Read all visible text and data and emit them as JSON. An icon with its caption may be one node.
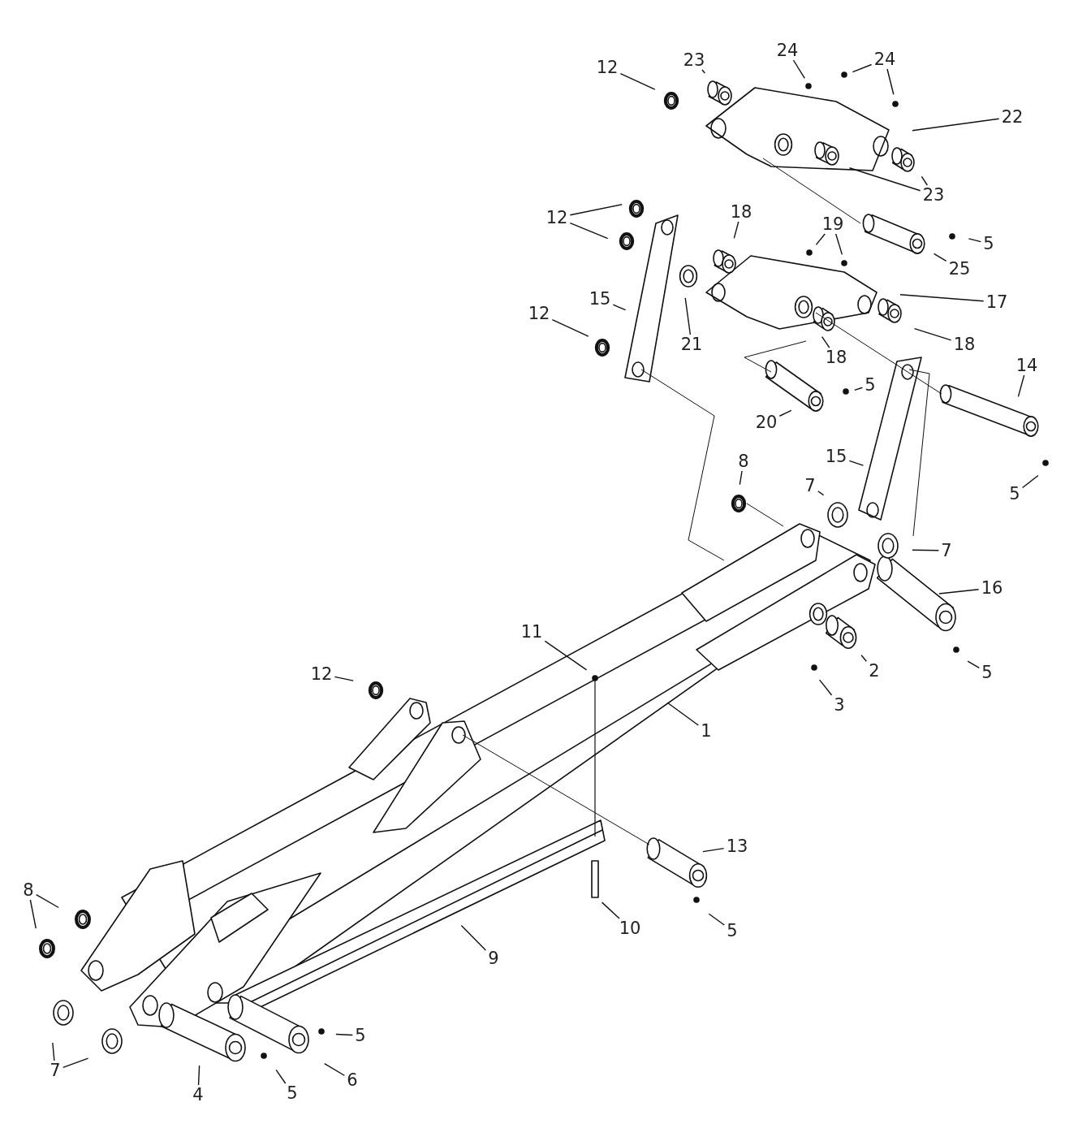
{
  "diagram": {
    "nodes": [
      {
        "text": [
          "12"
        ]
      },
      {
        "text": [
          "23"
        ]
      },
      {
        "text": [
          "24"
        ]
      },
      {
        "text": [
          "24"
        ]
      },
      {
        "text": [
          "22"
        ]
      },
      {
        "text": [
          "23"
        ]
      },
      {
        "text": [
          "12"
        ]
      },
      {
        "text": [
          "18"
        ]
      },
      {
        "text": [
          "19"
        ]
      },
      {
        "text": [
          "5"
        ]
      },
      {
        "text": [
          "25"
        ]
      },
      {
        "text": [
          "17"
        ]
      },
      {
        "text": [
          "15"
        ]
      },
      {
        "text": [
          "21"
        ]
      },
      {
        "text": [
          "12"
        ]
      },
      {
        "text": [
          "18"
        ]
      },
      {
        "text": [
          "18"
        ]
      },
      {
        "text": [
          "14"
        ]
      },
      {
        "text": [
          "5"
        ]
      },
      {
        "text": [
          "20"
        ]
      },
      {
        "text": [
          "8"
        ]
      },
      {
        "text": [
          "15"
        ]
      },
      {
        "text": [
          "7"
        ]
      },
      {
        "text": [
          "5"
        ]
      },
      {
        "text": [
          "7"
        ]
      },
      {
        "text": [
          "16"
        ]
      },
      {
        "text": [
          "11"
        ]
      },
      {
        "text": [
          "12"
        ]
      },
      {
        "text": [
          "2"
        ]
      },
      {
        "text": [
          "3"
        ]
      },
      {
        "text": [
          "5"
        ]
      },
      {
        "text": [
          "1"
        ]
      },
      {
        "text": [
          "13"
        ]
      },
      {
        "text": [
          "8"
        ]
      },
      {
        "text": [
          "10"
        ]
      },
      {
        "text": [
          "5"
        ]
      },
      {
        "text": [
          "9"
        ]
      },
      {
        "text": [
          "5"
        ]
      },
      {
        "text": [
          "7"
        ]
      },
      {
        "text": [
          "4"
        ]
      },
      {
        "text": [
          "5"
        ]
      },
      {
        "text": [
          "6"
        ]
      }
    ],
    "edges": [
      {
        "from": 0,
        "to": null,
        "arrow": "none"
      },
      {
        "from": 1,
        "to": null,
        "arrow": "none"
      },
      {
        "from": 2,
        "to": null,
        "arrow": "none"
      },
      {
        "from": 3,
        "to": null,
        "arrow": "none"
      },
      {
        "from": 3,
        "to": null,
        "arrow": "none"
      },
      {
        "from": 4,
        "to": null,
        "arrow": "none"
      },
      {
        "from": 5,
        "to": null,
        "arrow": "none"
      },
      {
        "from": 5,
        "to": null,
        "arrow": "none"
      },
      {
        "from": 6,
        "to": null,
        "arrow": "none"
      },
      {
        "from": 6,
        "to": null,
        "arrow": "none"
      },
      {
        "from": 7,
        "to": null,
        "arrow": "none"
      },
      {
        "from": 8,
        "to": null,
        "arrow": "none"
      },
      {
        "from": 8,
        "to": null,
        "arrow": "none"
      },
      {
        "from": 9,
        "to": null,
        "arrow": "none"
      },
      {
        "from": 10,
        "to": null,
        "arrow": "none"
      },
      {
        "from": 11,
        "to": null,
        "arrow": "none"
      },
      {
        "from": 12,
        "to": null,
        "arrow": "none"
      },
      {
        "from": 13,
        "to": null,
        "arrow": "none"
      },
      {
        "from": 14,
        "to": null,
        "arrow": "none"
      },
      {
        "from": 15,
        "to": null,
        "arrow": "none"
      },
      {
        "from": 16,
        "to": null,
        "arrow": "none"
      },
      {
        "from": 17,
        "to": null,
        "arrow": "none"
      },
      {
        "from": 18,
        "to": null,
        "arrow": "none"
      },
      {
        "from": 19,
        "to": null,
        "arrow": "none"
      },
      {
        "from": 20,
        "to": null,
        "arrow": "none"
      },
      {
        "from": 21,
        "to": null,
        "arrow": "none"
      },
      {
        "from": 22,
        "to": null,
        "arrow": "none"
      },
      {
        "from": 23,
        "to": null,
        "arrow": "none"
      },
      {
        "from": 24,
        "to": null,
        "arrow": "none"
      },
      {
        "from": 25,
        "to": null,
        "arrow": "none"
      },
      {
        "from": 26,
        "to": null,
        "arrow": "none"
      },
      {
        "from": 27,
        "to": null,
        "arrow": "none"
      },
      {
        "from": 28,
        "to": null,
        "arrow": "none"
      },
      {
        "from": 29,
        "to": null,
        "arrow": "none"
      },
      {
        "from": 30,
        "to": null,
        "arrow": "none"
      },
      {
        "from": 31,
        "to": null,
        "arrow": "none"
      },
      {
        "from": 32,
        "to": null,
        "arrow": "none"
      },
      {
        "from": 33,
        "to": null,
        "arrow": "none"
      },
      {
        "from": 33,
        "to": null,
        "arrow": "none"
      },
      {
        "from": 34,
        "to": null,
        "arrow": "none"
      },
      {
        "from": 35,
        "to": null,
        "arrow": "none"
      },
      {
        "from": 36,
        "to": null,
        "arrow": "none"
      },
      {
        "from": 37,
        "to": null,
        "arrow": "none"
      },
      {
        "from": 38,
        "to": null,
        "arrow": "none"
      },
      {
        "from": 38,
        "to": null,
        "arrow": "none"
      },
      {
        "from": 39,
        "to": null,
        "arrow": "none"
      },
      {
        "from": 40,
        "to": null,
        "arrow": "none"
      },
      {
        "from": 41,
        "to": null,
        "arrow": "none"
      }
    ]
  }
}
